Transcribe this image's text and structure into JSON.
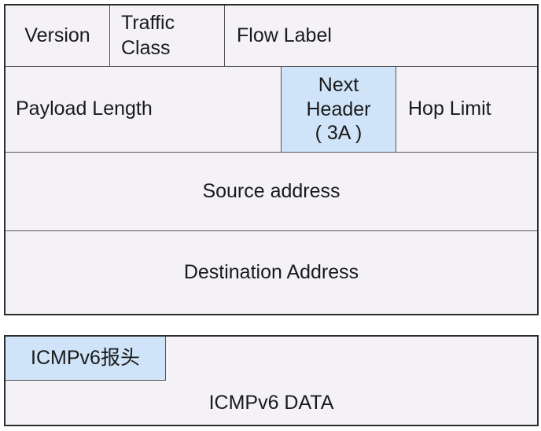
{
  "ipv6_header": {
    "version": "Version",
    "traffic_class": "Traffic\nClass",
    "flow_label": "Flow Label",
    "payload_length": "Payload Length",
    "next_header_line1": "Next",
    "next_header_line2": "Header",
    "next_header_line3": "( 3A )",
    "hop_limit": "Hop Limit",
    "source_address": "Source address",
    "destination_address": "Destination Address"
  },
  "icmpv6": {
    "header_label": "ICMPv6报头",
    "data_label": "ICMPv6 DATA"
  },
  "colors": {
    "background": "#f4f2f6",
    "highlight": "#cfe4f8",
    "border": "#2c2c2c"
  }
}
